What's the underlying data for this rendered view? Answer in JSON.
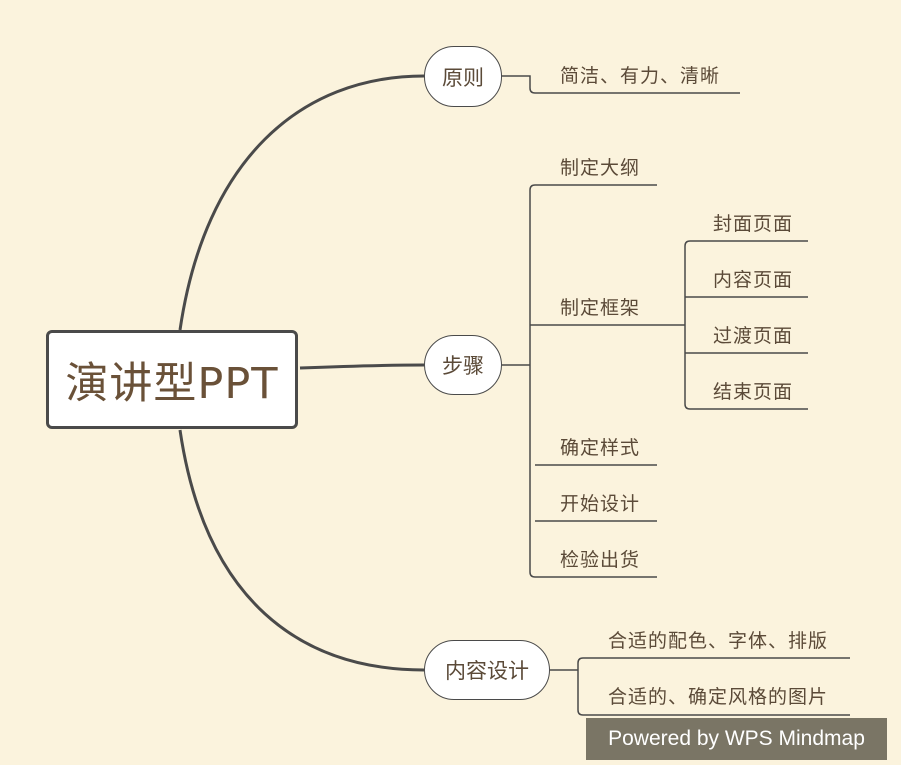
{
  "root": {
    "label": "演讲型PPT"
  },
  "branches": [
    {
      "label": "原则",
      "children": [
        {
          "label": "简洁、有力、清晰"
        }
      ]
    },
    {
      "label": "步骤",
      "children": [
        {
          "label": "制定大纲"
        },
        {
          "label": "制定框架",
          "children": [
            {
              "label": "封面页面"
            },
            {
              "label": "内容页面"
            },
            {
              "label": "过渡页面"
            },
            {
              "label": "结束页面"
            }
          ]
        },
        {
          "label": "确定样式"
        },
        {
          "label": "开始设计"
        },
        {
          "label": "检验出货"
        }
      ]
    },
    {
      "label": "内容设计",
      "children": [
        {
          "label": "合适的配色、字体、排版"
        },
        {
          "label": "合适的、确定风格的图片"
        }
      ]
    }
  ],
  "watermark": "Powered by WPS Mindmap",
  "colors": {
    "background": "#fbf3dd",
    "connector": "#4a4a4a",
    "text": "#5b4a38",
    "badge": "#7a7565"
  }
}
